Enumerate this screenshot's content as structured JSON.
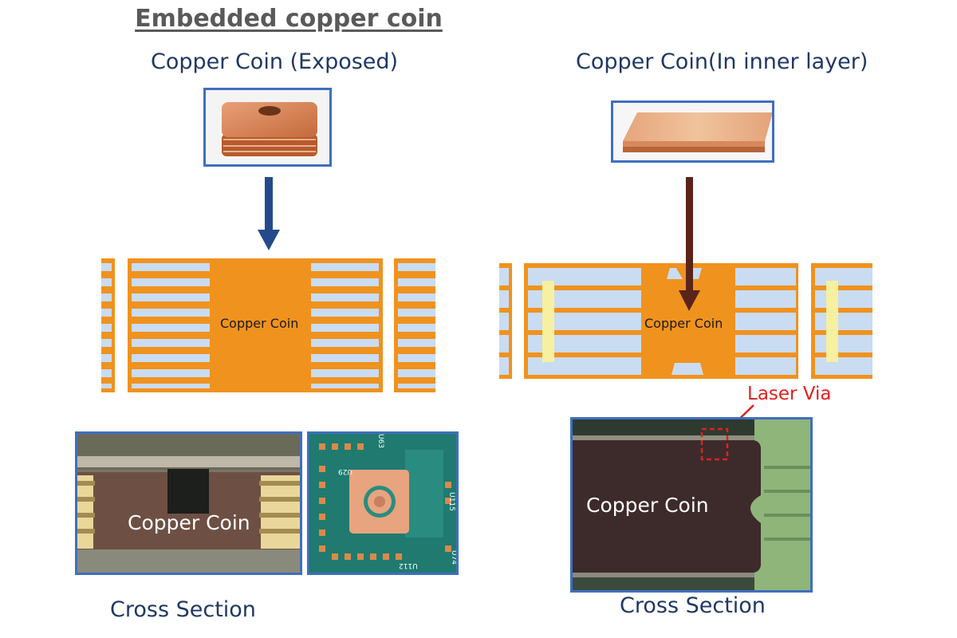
{
  "title": "Embedded copper coin",
  "left": {
    "heading": "Copper Coin (Exposed)",
    "diagram_label": "Copper Coin",
    "photo_label": "Copper Coin",
    "pcb_labels": [
      "U63",
      "U29",
      "U115",
      "U74",
      "U112"
    ],
    "caption": "Cross Section"
  },
  "right": {
    "heading": "Copper Coin(In inner layer)",
    "diagram_label": "Copper Coin",
    "annotation": "Laser Via",
    "photo_label": "Copper Coin",
    "caption": "Cross Section"
  },
  "colors": {
    "copper": "#f0921e",
    "dielectric": "#c9dcf2",
    "via_fill": "#f6f0a0",
    "border_blue": "#3f6fbf",
    "arrow_left": "#244a8c",
    "arrow_right": "#5a2418",
    "annotation_red": "#e02020",
    "text_navy": "#1f3864"
  }
}
